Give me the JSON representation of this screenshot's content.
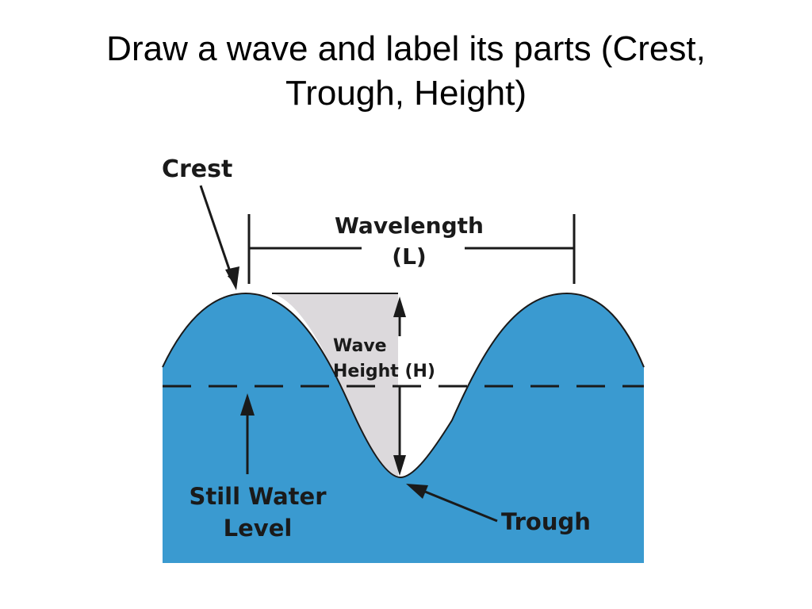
{
  "slide": {
    "title_line1": "Draw a wave and label its parts (Crest,",
    "title_line2": "Trough, Height)"
  },
  "diagram": {
    "labels": {
      "crest": "Crest",
      "wavelength": "Wavelength",
      "wavelength_symbol": "(L)",
      "wave_height_line1": "Wave",
      "wave_height_line2": "Height (H)",
      "still_water_line1": "Still Water",
      "still_water_line2": "Level",
      "trough": "Trough"
    },
    "colors": {
      "water": "#3a9ad0",
      "height_shade": "#dcd9dc",
      "ink": "#1a1a1a",
      "background": "#ffffff"
    }
  }
}
